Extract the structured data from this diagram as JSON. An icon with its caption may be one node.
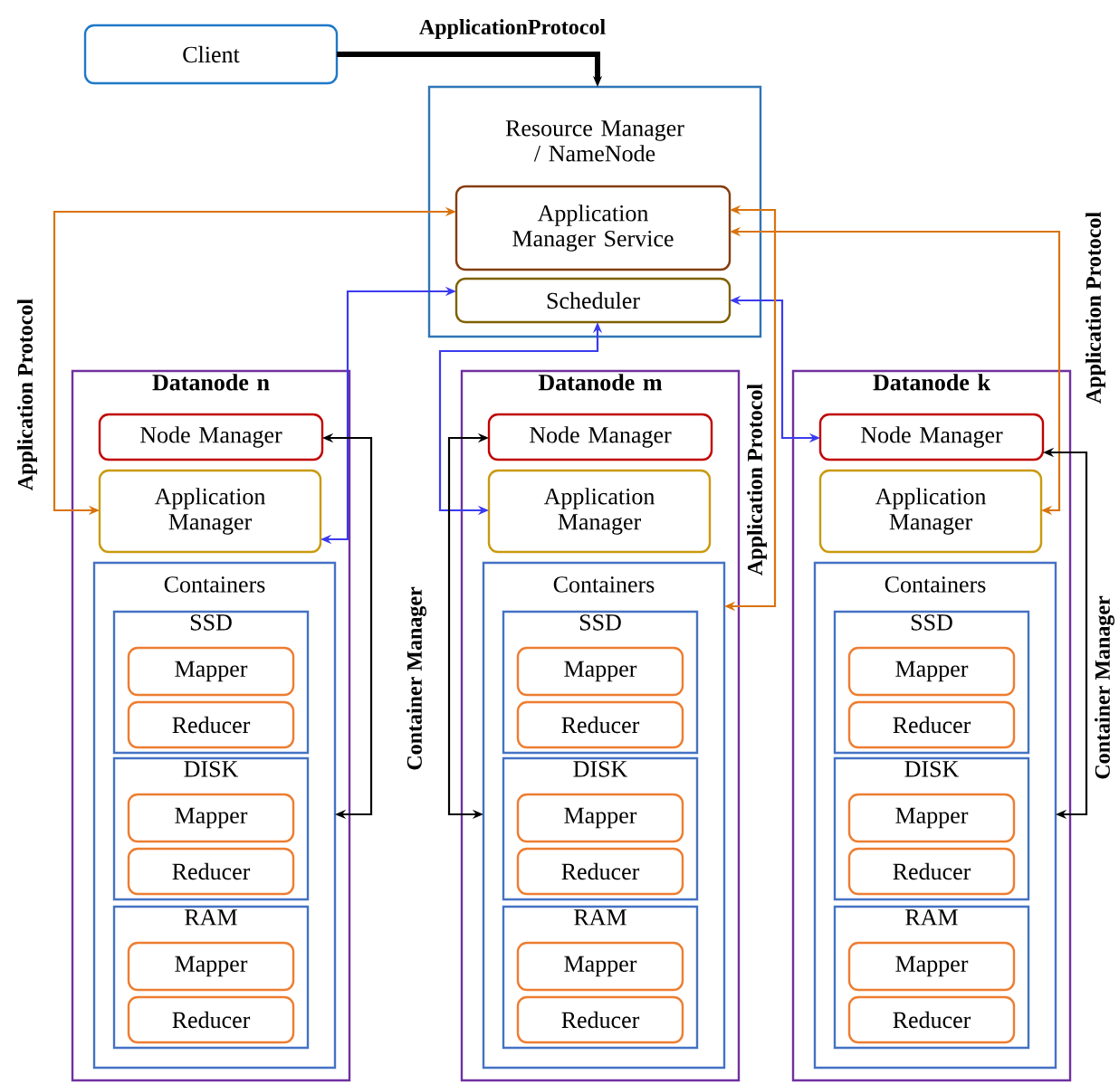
{
  "diagram": {
    "nodes": [
      {
        "text": [
          "Client"
        ]
      },
      {
        "text": [
          "Resource Manager / NameNode"
        ]
      },
      {
        "text": [
          "Application Manager Service"
        ],
        "in": 1
      },
      {
        "text": [
          "Scheduler"
        ],
        "in": 1
      },
      {
        "text": [
          "Datanode n"
        ]
      },
      {
        "text": [
          "Node Manager"
        ],
        "in": 4
      },
      {
        "text": [
          "Application Manager"
        ],
        "in": 4
      },
      {
        "text": [
          "Containers"
        ],
        "in": 4
      },
      {
        "text": [
          "SSD"
        ],
        "in": 7
      },
      {
        "text": [
          "Mapper"
        ],
        "in": 8
      },
      {
        "text": [
          "Reducer"
        ],
        "in": 8
      },
      {
        "text": [
          "DISK"
        ],
        "in": 7
      },
      {
        "text": [
          "Mapper"
        ],
        "in": 11
      },
      {
        "text": [
          "Reducer"
        ],
        "in": 11
      },
      {
        "text": [
          "RAM"
        ],
        "in": 7
      },
      {
        "text": [
          "Mapper"
        ],
        "in": 14
      },
      {
        "text": [
          "Reducer"
        ],
        "in": 14
      },
      {
        "text": [
          "Datanode m"
        ]
      },
      {
        "text": [
          "Node Manager"
        ],
        "in": 17
      },
      {
        "text": [
          "Application Manager"
        ],
        "in": 17
      },
      {
        "text": [
          "Containers"
        ],
        "in": 17
      },
      {
        "text": [
          "SSD"
        ],
        "in": 20
      },
      {
        "text": [
          "Mapper"
        ],
        "in": 21
      },
      {
        "text": [
          "Reducer"
        ],
        "in": 21
      },
      {
        "text": [
          "DISK"
        ],
        "in": 20
      },
      {
        "text": [
          "Mapper"
        ],
        "in": 24
      },
      {
        "text": [
          "Reducer"
        ],
        "in": 24
      },
      {
        "text": [
          "RAM"
        ],
        "in": 20
      },
      {
        "text": [
          "Mapper"
        ],
        "in": 27
      },
      {
        "text": [
          "Reducer"
        ],
        "in": 27
      },
      {
        "text": [
          "Datanode k"
        ]
      },
      {
        "text": [
          "Node Manager"
        ],
        "in": 30
      },
      {
        "text": [
          "Application Manager"
        ],
        "in": 30
      },
      {
        "text": [
          "Containers"
        ],
        "in": 30
      },
      {
        "text": [
          "SSD"
        ],
        "in": 33
      },
      {
        "text": [
          "Mapper"
        ],
        "in": 34
      },
      {
        "text": [
          "Reducer"
        ],
        "in": 34
      },
      {
        "text": [
          "DISK"
        ],
        "in": 33
      },
      {
        "text": [
          "Mapper"
        ],
        "in": 37
      },
      {
        "text": [
          "Reducer"
        ],
        "in": 37
      },
      {
        "text": [
          "RAM"
        ],
        "in": 33
      },
      {
        "text": [
          "Mapper"
        ],
        "in": 40
      },
      {
        "text": [
          "Reducer"
        ],
        "in": 40
      }
    ],
    "edges": [
      {
        "from": 0,
        "to": 1,
        "arrow": "to",
        "label": "ApplicationProtocol",
        "style": "thick"
      },
      {
        "from": 6,
        "to": 2,
        "arrow": "both",
        "label": "Application Protocol",
        "color": "#d9730d"
      },
      {
        "from": 6,
        "to": 3,
        "arrow": "both",
        "color": "#3b3bf0"
      },
      {
        "from": 19,
        "to": 3,
        "arrow": "both",
        "color": "#3b3bf0"
      },
      {
        "from": 31,
        "to": 3,
        "arrow": "both",
        "color": "#3b3bf0"
      },
      {
        "from": 20,
        "to": 2,
        "arrow": "both",
        "label": "Application Protocol",
        "color": "#d9730d"
      },
      {
        "from": 32,
        "to": 2,
        "arrow": "both",
        "label": "Application Protocol",
        "color": "#d9730d"
      },
      {
        "from": 5,
        "to": 7,
        "arrow": "both"
      },
      {
        "from": 18,
        "to": 20,
        "arrow": "both",
        "label": "Container Manager"
      },
      {
        "from": 31,
        "to": 33,
        "arrow": "both",
        "label": "Container Manager"
      }
    ]
  }
}
